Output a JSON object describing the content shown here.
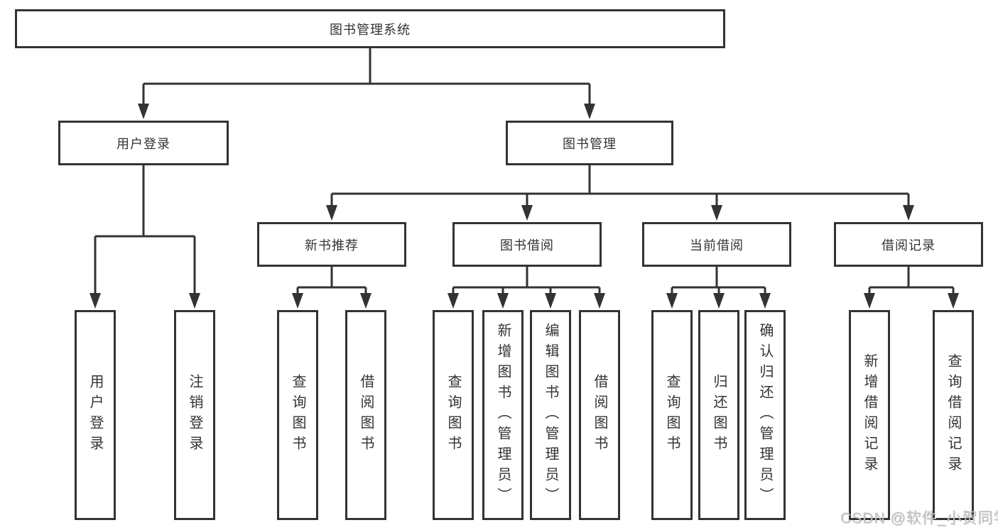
{
  "diagram_type": "hierarchy-tree",
  "root": {
    "label": "图书管理系统",
    "children": [
      {
        "label": "用户登录",
        "children": [
          {
            "label": "用户登录"
          },
          {
            "label": "注销登录"
          }
        ]
      },
      {
        "label": "图书管理",
        "children": [
          {
            "label": "新书推荐",
            "children": [
              {
                "label": "查询图书"
              },
              {
                "label": "借阅图书"
              }
            ]
          },
          {
            "label": "图书借阅",
            "children": [
              {
                "label": "查询图书"
              },
              {
                "label": "新增图书（管理员）"
              },
              {
                "label": "编辑图书（管理员）"
              },
              {
                "label": "借阅图书"
              }
            ]
          },
          {
            "label": "当前借阅",
            "children": [
              {
                "label": "查询图书"
              },
              {
                "label": "归还图书"
              },
              {
                "label": "确认归还（管理员）"
              }
            ]
          },
          {
            "label": "借阅记录",
            "children": [
              {
                "label": "新增借阅记录"
              },
              {
                "label": "查询借阅记录"
              }
            ]
          }
        ]
      }
    ]
  },
  "watermark": "CSDN @软件_小贺同学",
  "colors": {
    "line": "#333333",
    "box_border": "#333333",
    "box_fill": "#ffffff",
    "text": "#333333",
    "watermark": "#c3c3c3",
    "background": "#ffffff"
  }
}
